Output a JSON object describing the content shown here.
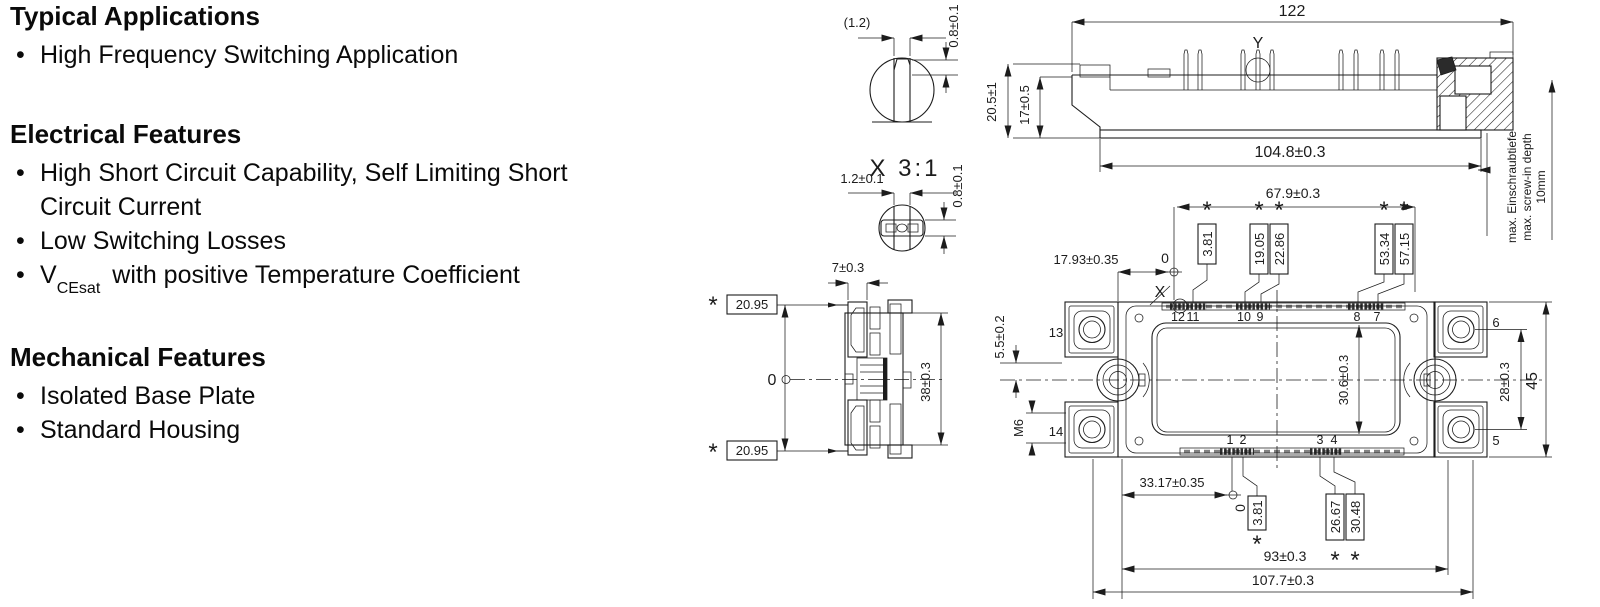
{
  "features": {
    "typical": {
      "title": "Typical Applications",
      "items": [
        "High Frequency Switching Application"
      ]
    },
    "electrical": {
      "title": "Electrical Features",
      "items": [
        "High Short Circuit Capability, Self Limiting Short Circuit Current",
        "Low Switching Losses"
      ],
      "vcesat": {
        "symbol": "V",
        "subscript": "CEsat",
        "rest": "with positive Temperature Coefficient"
      }
    },
    "mechanical": {
      "title": "Mechanical Features",
      "items": [
        "Isolated Base Plate",
        "Standard Housing"
      ]
    }
  },
  "drawing": {
    "detail_y": {
      "width_dim": "(1.2)",
      "height_dim": "0.8±0.1"
    },
    "detail_x": {
      "label": "X 3:1",
      "width_dim": "1.2±0.1",
      "height_dim": "0.8±0.1"
    },
    "end_view": {
      "pin_col_dim": "7±0.3",
      "pin_offset_top": "20.95",
      "pin_offset_bottom": "20.95",
      "zero_ref": "0",
      "housing_height_dim": "38±0.3",
      "asterisk": "*"
    },
    "side_view": {
      "overall_length_dim": "122",
      "detail_marker": "Y",
      "total_height_dim": "20.5±1",
      "housing_height_dim": "17±0.5",
      "baseplate_length_dim": "104.8±0.3",
      "screw_note_de": "max. Einschraubtiefe",
      "screw_note_en": "max. screw-in depth",
      "screw_note_value": "10mm"
    },
    "front_view": {
      "detail_marker": "X",
      "zero_top": "0",
      "zero_bottom": "0",
      "pins_top": [
        "12",
        "11",
        "10",
        "9",
        "8",
        "7"
      ],
      "pins_bottom": [
        "1",
        "2",
        "3",
        "4"
      ],
      "terminal_tl": "13",
      "terminal_bl": "14",
      "terminal_tr": "6",
      "terminal_br": "5",
      "thread_label": "M6",
      "offset_left_dim": "17.93±0.35",
      "pin_span_dim": "67.9±0.3",
      "pin_pos_top": [
        "3.81",
        "19.05",
        "22.86",
        "53.34",
        "57.15"
      ],
      "boss_offset_dim": "5.5±0.2",
      "lid_height_dim": "30.6±0.3",
      "hole_span_dim": "28±0.3",
      "total_height_dim": "45",
      "offset_bottom_dim": "33.17±0.35",
      "pin_pos_bottom": [
        "3.81",
        "26.67",
        "30.48"
      ],
      "mount_span_dim": "93±0.3",
      "overall_length_dim": "107.7±0.3",
      "asterisk": "*"
    }
  }
}
